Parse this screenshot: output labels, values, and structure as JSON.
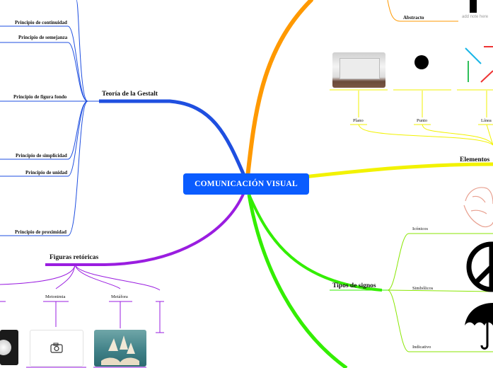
{
  "central": {
    "label": "COMUNICACIÓN VISUAL"
  },
  "colors": {
    "central": "#0a5cff",
    "gestalt": "#1f4fe0",
    "elementos_top": "#ff9900",
    "elementos": "#f2f200",
    "signos": "#33ee00",
    "figuras": "#9a1de0"
  },
  "gestalt": {
    "title": "Teoría de la Gestalt",
    "items": [
      "Principio de continuidad",
      "Principio de semejanza",
      "Principio de figura fondo",
      "Principio de simplicidad",
      "Principio de unidad",
      "Principio de proximidad"
    ]
  },
  "elementos": {
    "title": "Elementos",
    "top_item": "Abstracto",
    "top_note": "add note here",
    "items": [
      "Plano",
      "Punto",
      "Línea"
    ],
    "icons": [
      "room-plane-image",
      "dot-image",
      "lines-image"
    ]
  },
  "signos": {
    "title": "Tipos de signos",
    "items": [
      "Icónicos",
      "Simbólicos",
      "Indicativo"
    ],
    "icons": [
      "hand-sketch-image",
      "peace-symbol-image",
      "umbrella-icon"
    ]
  },
  "figuras": {
    "title": "Figuras retóricas",
    "items": [
      "Metonimia",
      "Metáfora"
    ],
    "icons": [
      "moon-photo-image",
      "camera-icon",
      "book-sea-image"
    ]
  }
}
